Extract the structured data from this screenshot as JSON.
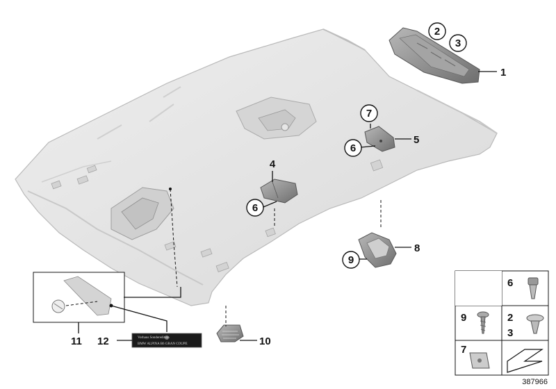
{
  "diagram": {
    "document_number": "387966",
    "callouts": {
      "c1": "1",
      "c2": "2",
      "c3": "3",
      "c4": "4",
      "c5": "5",
      "c6a": "6",
      "c6b": "6",
      "c7": "7",
      "c8": "8",
      "c9": "9",
      "c10": "10",
      "c11": "11",
      "c12": "12"
    },
    "legend": {
      "g6": "6",
      "g9": "9",
      "g2": "2",
      "g3": "3",
      "g7": "7"
    },
    "plate_text": {
      "line1": "Vorhaus Sonderedition",
      "line2": "BMW ALPINA B6 GRAN COUPE"
    }
  },
  "colors": {
    "headliner": "#e4e4e4",
    "headliner_edge": "#b9b9b9",
    "part_dark": "#8c8c8c",
    "plate": "#1a1a1a"
  }
}
